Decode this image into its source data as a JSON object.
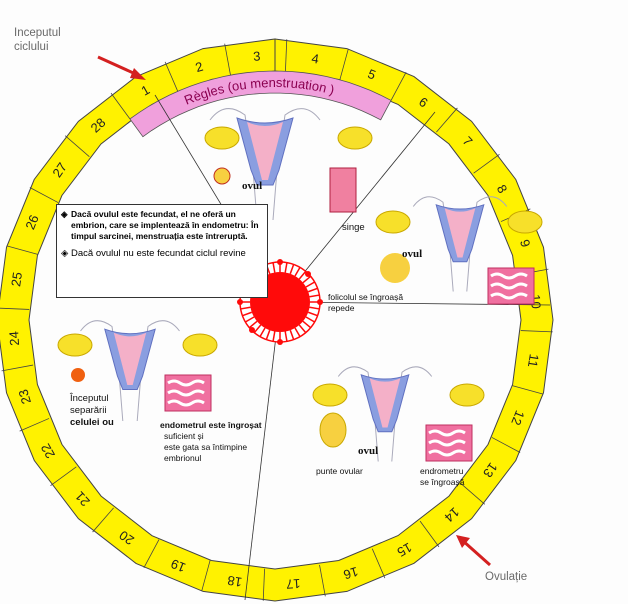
{
  "corner_labels": {
    "start": "Inceputul\nciclului",
    "start_line1": "Inceputul",
    "start_line2": "ciclului",
    "ovulation": "Ovulație"
  },
  "band_label": "Règles (ou menstruation )",
  "days": [
    "1",
    "2",
    "3",
    "4",
    "5",
    "6",
    "7",
    "8",
    "9",
    "10",
    "11",
    "12",
    "13",
    "14",
    "15",
    "16",
    "17",
    "18",
    "19",
    "20",
    "21",
    "22",
    "23",
    "24",
    "25",
    "26",
    "27",
    "28"
  ],
  "info_box": {
    "item1": "Dacă ovulul este fecundat, el ne oferă un embrion, care se implentează în endometru: În timpul sarcinei, menstruația este întreruptă.",
    "item2": "Dacă ovulul nu este fecundat ciclul revine"
  },
  "labels": {
    "ovul": "ovul",
    "singe": "singe",
    "folicol": "folicolul se îngroașă repede",
    "inceputul_1": "Începutul",
    "inceputul_2": "separării",
    "inceputul_3": "celulei ou",
    "endo_1": "endometrul este îngroșat",
    "endo_2": "suficient și",
    "endo_3": "este gata sa întimpine",
    "endo_4": "embrionul",
    "punte": "punte ovular",
    "endrometru_1": "endrometru",
    "endrometru_2": "se îngroașă"
  },
  "colors": {
    "ring": "#fff200",
    "band": "#f0a0dc",
    "center": "#ff0a0a",
    "arrow": "#d42020",
    "uterus": "#8a9ee0"
  }
}
